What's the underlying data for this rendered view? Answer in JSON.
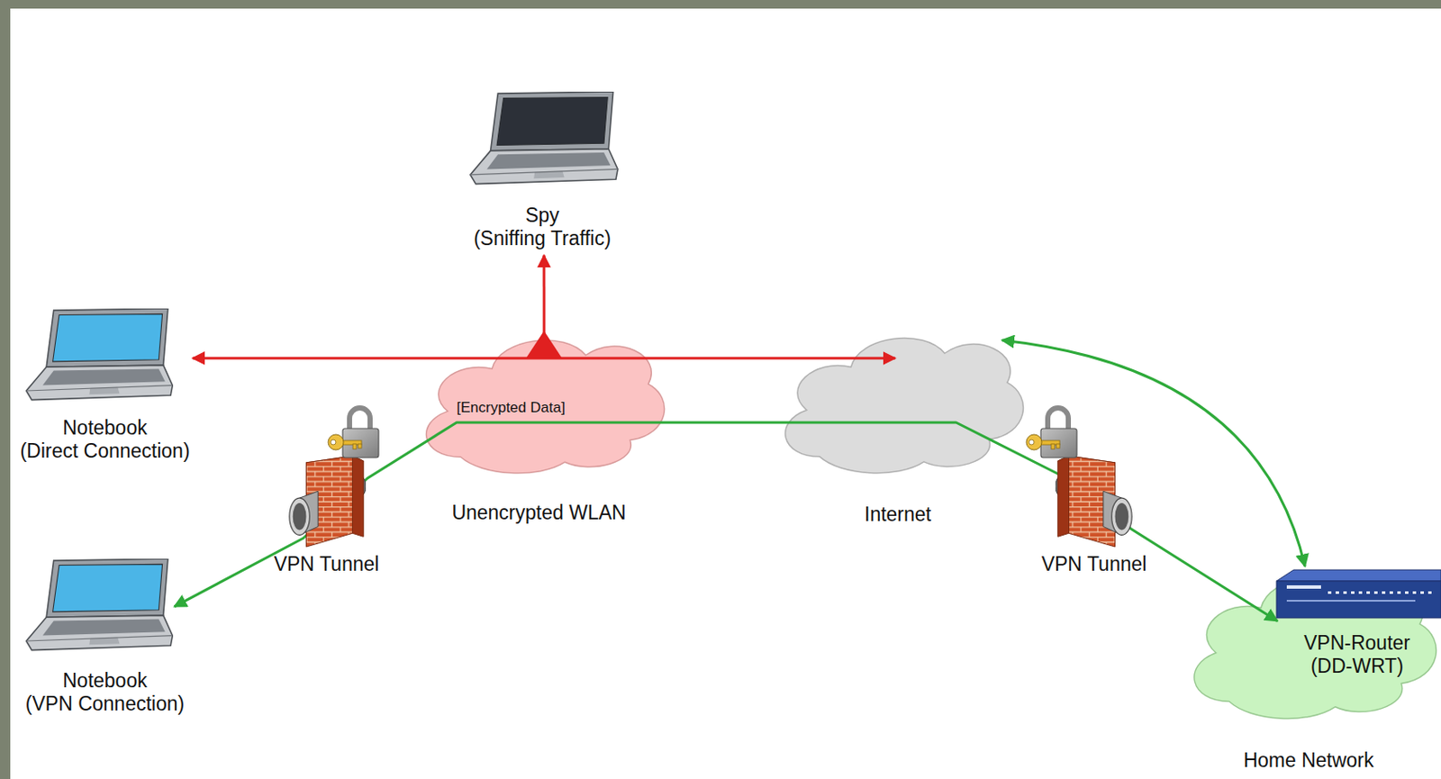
{
  "diagram": {
    "nodes": [
      {
        "text": [
          "Spy (Sniffing Traffic)"
        ]
      },
      {
        "text": [
          "Notebook (Direct Connection)"
        ]
      },
      {
        "text": [
          "Unencrypted WLAN"
        ]
      },
      {
        "text": [
          "Internet"
        ]
      },
      {
        "text": [
          "Notebook (VPN Connection)"
        ]
      },
      {
        "text": [
          "Home Network"
        ]
      },
      {
        "text": [
          "VPN-Router (DD-WRT)"
        ],
        "in": 5
      }
    ],
    "edges": [
      {
        "from": 1,
        "to": 3,
        "arrow": "both"
      },
      {
        "from": 2,
        "to": 0,
        "arrow": "to"
      },
      {
        "from": 4,
        "to": 6,
        "arrow": "both",
        "label": "[Encrypted Data]"
      },
      {
        "from": 3,
        "to": 6,
        "arrow": "both"
      }
    ],
    "labels": [
      "VPN Tunnel",
      "VPN Tunnel"
    ]
  }
}
